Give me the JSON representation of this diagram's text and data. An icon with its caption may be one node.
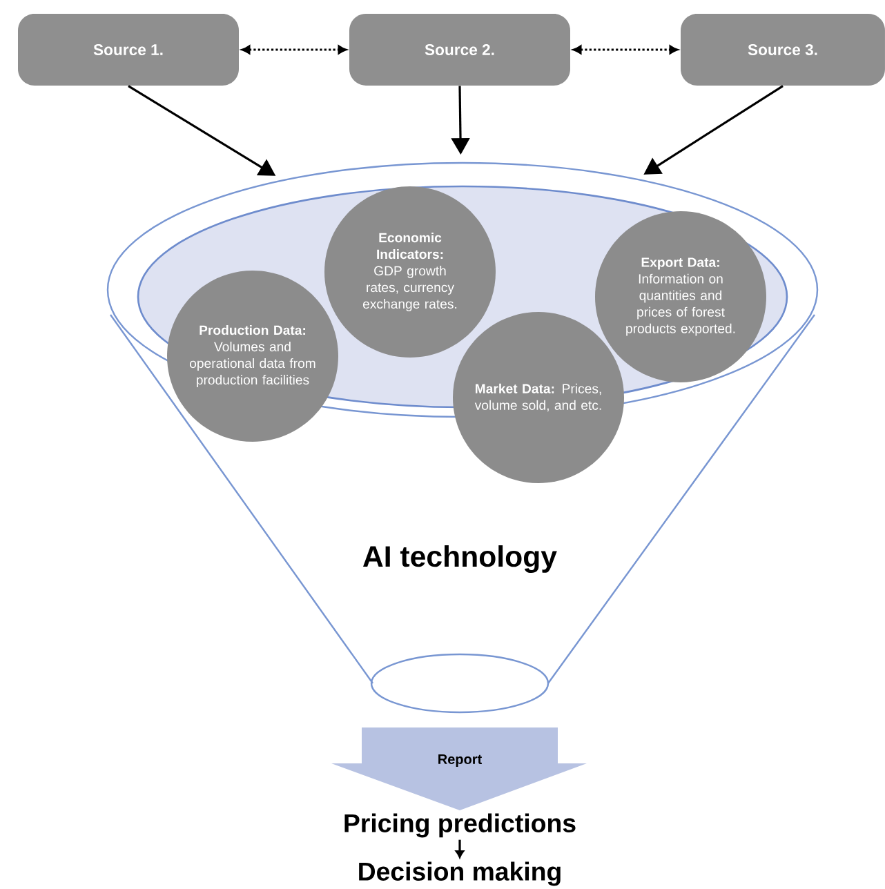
{
  "diagram": {
    "nodes": [
      {
        "text": [
          "Source 1."
        ]
      },
      {
        "text": [
          "Source 2."
        ]
      },
      {
        "text": [
          "Source 3."
        ]
      },
      {
        "text": [
          "AI technology"
        ]
      },
      {
        "text": [
          "**Economic Indicators:** GDP growth rates, currency exchange rates."
        ],
        "in": 3
      },
      {
        "text": [
          "**Export Data:** Information on quantities and prices of forest products exported."
        ],
        "in": 3
      },
      {
        "text": [
          "**Production Data:** Volumes and operational data from production facilities"
        ],
        "in": 3
      },
      {
        "text": [
          "**Market Data:** Prices, volume sold, and etc."
        ],
        "in": 3
      },
      {
        "text": [
          "Report"
        ]
      },
      {
        "text": [
          "Pricing predictions"
        ]
      },
      {
        "text": [
          "Decision making"
        ]
      }
    ],
    "edges": [
      {
        "from": 0,
        "to": 1,
        "arrow": "both",
        "style": "dashed"
      },
      {
        "from": 1,
        "to": 2,
        "arrow": "both",
        "style": "dashed"
      },
      {
        "from": 0,
        "to": 3,
        "arrow": "to"
      },
      {
        "from": 1,
        "to": 3,
        "arrow": "to"
      },
      {
        "from": 2,
        "to": 3,
        "arrow": "to"
      },
      {
        "from": 9,
        "to": 10,
        "arrow": "to"
      }
    ]
  }
}
